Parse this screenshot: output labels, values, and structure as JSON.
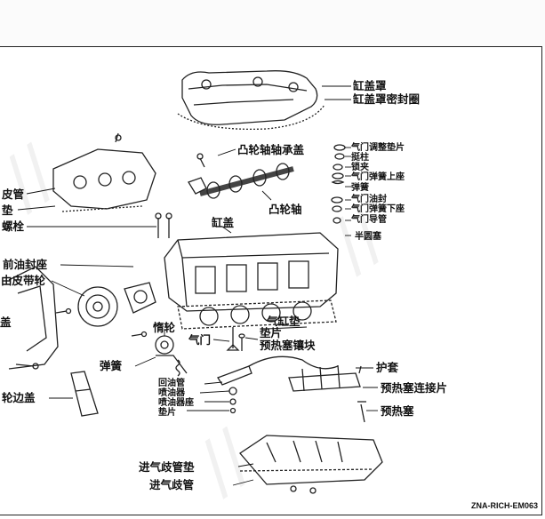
{
  "figure_code": "ZNA-RICH-EM063",
  "labels": {
    "valve_cover": "缸盖罩",
    "valve_cover_gasket": "缸盖罩密封圈",
    "camshaft_bearing_cap": "凸轮轴轴承盖",
    "valve_adjust_shim": "气门调整垫片",
    "tappet": "挺柱",
    "lock": "锁夹",
    "valve_spring_upper_seat": "气门弹簧上座",
    "spring": "弹簧",
    "valve_oil_seal": "气门油封",
    "valve_spring_lower_seat": "气门弹簧下座",
    "valve_guide": "气门导管",
    "half_round_plug": "半圆塞",
    "camshaft": "凸轮轴",
    "cylinder_head": "缸盖",
    "left_pipe": "皮管",
    "left_gasket": "垫",
    "left_bolt": "螺栓",
    "front_oil_seal_seat": "前油封座",
    "timing_pulley": "由皮带轮",
    "left_partial_cover": "盖",
    "idler": "惰轮",
    "idler_spring": "弹簧",
    "pulley_cover": "轮边盖",
    "valve": "气门",
    "head_gasket": "气缸垫",
    "gasket_pad": "垫片",
    "glow_plug_insert": "预热塞镶块",
    "return_pipe": "回油管",
    "injector": "喷油器",
    "injector_seat": "喷油器座",
    "injector_pad": "垫片",
    "sheath": "护套",
    "glow_plug_connector": "预热塞连接片",
    "glow_plug": "预热塞",
    "intake_manifold_gasket": "进气歧管垫",
    "intake_manifold": "进气歧管"
  }
}
